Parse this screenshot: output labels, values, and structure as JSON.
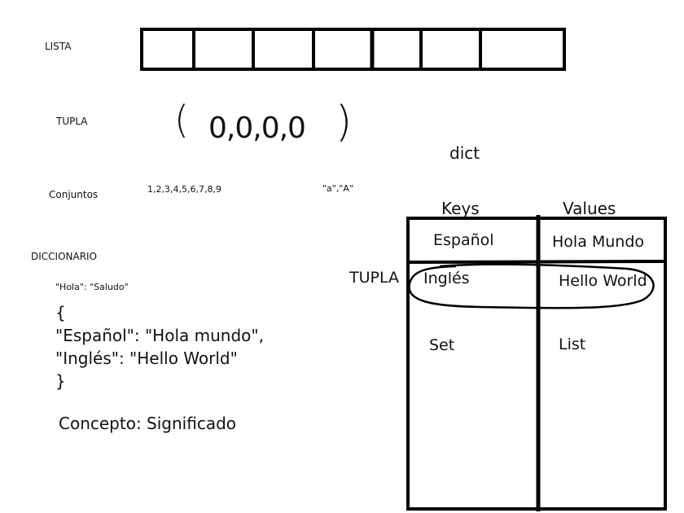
{
  "labels": {
    "lista": "LISTA",
    "tupla": "TUPLA",
    "conjuntos": "Conjuntos",
    "diccionario": "DICCIONARIO"
  },
  "tuple_sketch": {
    "open": "(",
    "contents": "0,0,0,0",
    "close": ")"
  },
  "set_examples": {
    "numbers": "1,2,3,4,5,6,7,8,9",
    "letters": "\"a\",\"A\""
  },
  "dict_example": {
    "pair": "\"Hola\": \"Saludo\"",
    "lines": [
      "{",
      "\"Español\": \"Hola mundo\",",
      "\"Inglés\": \"Hello World\"",
      "}"
    ],
    "concept": "Concepto: Significado"
  },
  "dict_table": {
    "title": "dict",
    "headers": {
      "keys": "Keys",
      "values": "Values"
    },
    "rows": [
      {
        "key": "Español",
        "value": "Hola Mundo"
      },
      {
        "key": "Inglés",
        "value": "Hello World"
      },
      {
        "key": "Set",
        "value": "List"
      }
    ],
    "tuple_annotation": "TUPLA"
  }
}
